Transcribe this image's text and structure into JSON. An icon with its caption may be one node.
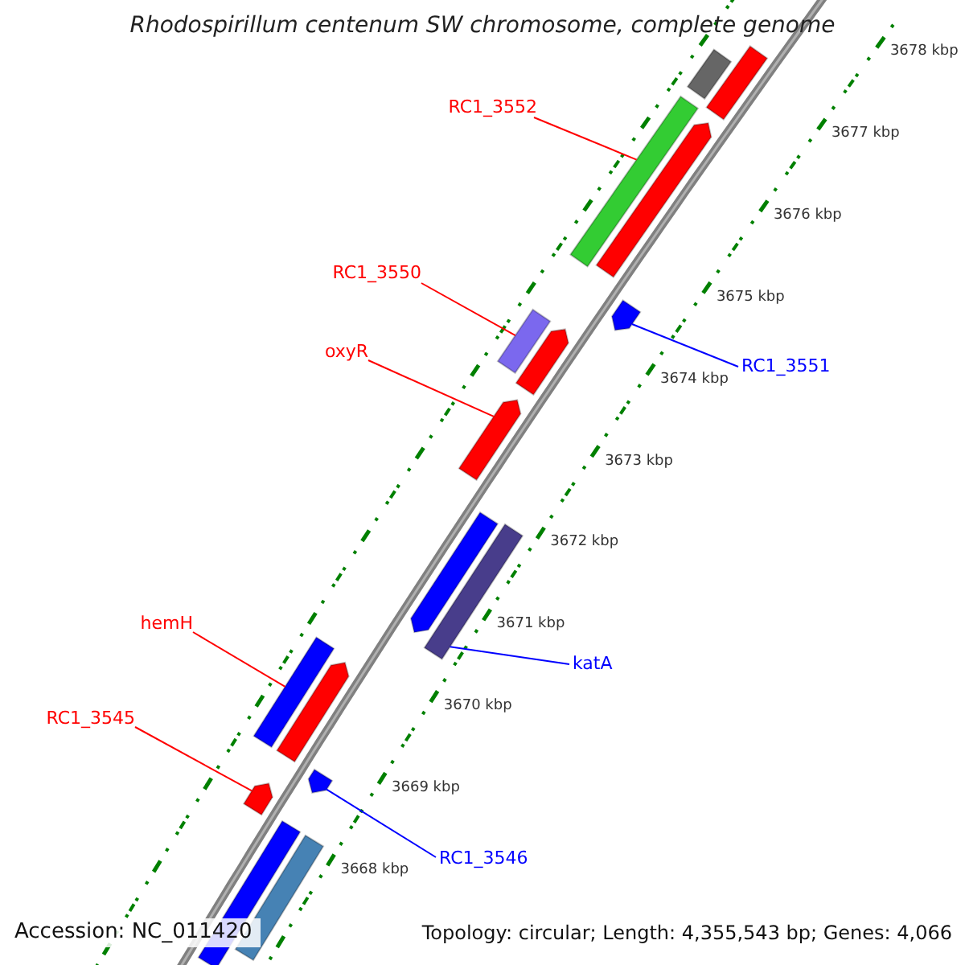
{
  "diagram": {
    "title": "Rhodospirillum centenum SW chromosome, complete genome",
    "nodes": [
      {
        "text": [
          "RC1_3552"
        ]
      },
      {
        "text": [
          "RC1_3550"
        ]
      },
      {
        "text": [
          "oxyR"
        ]
      },
      {
        "text": [
          "hemH"
        ]
      },
      {
        "text": [
          "RC1_3545"
        ]
      },
      {
        "text": [
          "RC1_3551"
        ]
      },
      {
        "text": [
          "katA"
        ]
      },
      {
        "text": [
          "RC1_3546"
        ]
      },
      {
        "text": [],
        "shape": "bar"
      },
      {
        "text": [],
        "shape": "bar"
      },
      {
        "text": [],
        "shape": "bar"
      },
      {
        "text": [],
        "shape": "bar"
      },
      {
        "text": [],
        "shape": "bar"
      },
      {
        "text": [],
        "shape": "bar"
      },
      {
        "text": [],
        "shape": "bar"
      },
      {
        "text": [],
        "shape": "bar"
      },
      {
        "text": [],
        "shape": "bar"
      },
      {
        "text": [],
        "shape": "bar"
      },
      {
        "text": [],
        "shape": "bar"
      },
      {
        "text": [],
        "shape": "bar"
      },
      {
        "text": [],
        "shape": "bar"
      },
      {
        "text": [],
        "shape": "bar"
      },
      {
        "text": [],
        "shape": "bar"
      },
      {
        "text": [],
        "shape": "bar"
      }
    ],
    "edges": [
      {
        "from": 0,
        "to": 10,
        "arrow": "none"
      },
      {
        "from": 1,
        "to": 12,
        "arrow": "none"
      },
      {
        "from": 2,
        "to": 15,
        "arrow": "none"
      },
      {
        "from": 3,
        "to": 18,
        "arrow": "none"
      },
      {
        "from": 4,
        "to": 20,
        "arrow": "none"
      },
      {
        "from": 5,
        "to": 13,
        "arrow": "none",
        "color": "#0000ff"
      },
      {
        "from": 6,
        "to": 17,
        "arrow": "none",
        "color": "#0000ff"
      },
      {
        "from": 7,
        "to": 21,
        "arrow": "none",
        "color": "#0000ff"
      }
    ],
    "labels": [
      "3678 kbp",
      "3677 kbp",
      "3676 kbp",
      "3675 kbp",
      "3674 kbp",
      "3673 kbp",
      "3672 kbp",
      "3671 kbp",
      "3670 kbp",
      "3669 kbp",
      "3668 kbp",
      "Accession: NC_011420",
      "Topology: circular; Length: 4,355,543 bp; Genes: 4,066"
    ]
  }
}
